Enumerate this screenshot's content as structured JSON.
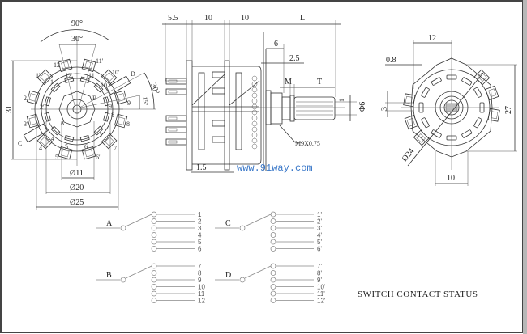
{
  "front_view": {
    "angle_total": "90°",
    "angle_step": "30°",
    "angle_d": "30°",
    "angle_half": "15°",
    "height": "31",
    "dia_inner": "Ø11",
    "dia_mid": "Ø20",
    "dia_outer": "Ø25",
    "outer_labels": [
      "12",
      "11'",
      "10'",
      "D",
      "9",
      "8",
      "7",
      "6'",
      "5",
      "4",
      "C",
      "3'",
      "2",
      "1'"
    ],
    "inner_labels": [
      "12'",
      "11",
      "10",
      "B",
      "9",
      "8",
      "7",
      "6",
      "5",
      "4",
      "A",
      "2'",
      "1"
    ]
  },
  "side_view": {
    "dim_rear": "5.5",
    "dim_deck1": "10",
    "dim_deck2": "10",
    "dim_shaft": "L",
    "dim_bush": "6",
    "dim_flat": "2.5",
    "dim_m": "M",
    "dim_t": "T",
    "dim_slot": "1",
    "dim_shaft_dia": "Φ6",
    "thread": "M9X0.75",
    "dim_plate": "1.5"
  },
  "rear_view": {
    "width_top": "12",
    "gap": "0.8",
    "offset": "3",
    "height": "27",
    "diameter": "Ø24",
    "width_bottom": "10"
  },
  "watermark": "www.91way.com",
  "schematic": {
    "title": "SWITCH CONTACT STATUS",
    "poles": [
      {
        "label": "A",
        "contacts": [
          "1",
          "2",
          "3",
          "4",
          "5",
          "6"
        ]
      },
      {
        "label": "B",
        "contacts": [
          "7",
          "8",
          "9",
          "10",
          "11",
          "12"
        ]
      },
      {
        "label": "C",
        "contacts": [
          "1'",
          "2'",
          "3'",
          "4'",
          "5'",
          "6'"
        ]
      },
      {
        "label": "D",
        "contacts": [
          "7'",
          "8'",
          "9'",
          "10'",
          "11'",
          "12'"
        ]
      }
    ]
  }
}
